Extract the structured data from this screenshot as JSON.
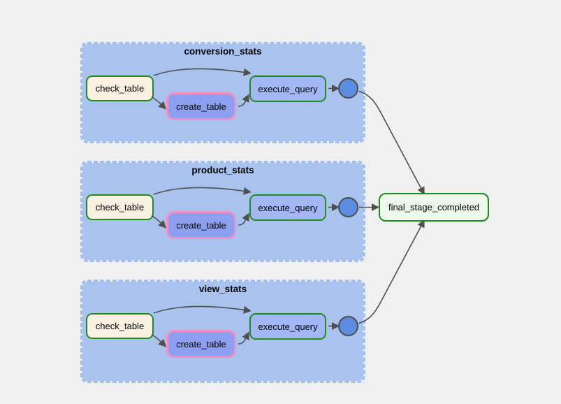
{
  "page": {
    "background": "#f0f0f0"
  },
  "colors": {
    "group_fill": "#a9c3ee",
    "group_border": "#a3beec",
    "green_border": "#1f8b1f",
    "check_table_fill": "#fbf1e3",
    "create_table_fill": "#8c9ff0",
    "create_table_border": "#f48fc3",
    "execute_query_fill": "#a2b7f3",
    "join_circle_fill": "#5b8ce0",
    "join_circle_border": "#4d4d4d",
    "final_task_fill": "#edf9ea",
    "edge_color": "#4f4f4f"
  },
  "groups": [
    {
      "title": "conversion_stats",
      "tasks": [
        {
          "label": "check_table"
        },
        {
          "label": "create_table"
        },
        {
          "label": "execute_query"
        }
      ]
    },
    {
      "title": "product_stats",
      "tasks": [
        {
          "label": "check_table"
        },
        {
          "label": "create_table"
        },
        {
          "label": "execute_query"
        }
      ]
    },
    {
      "title": "view_stats",
      "tasks": [
        {
          "label": "check_table"
        },
        {
          "label": "create_table"
        },
        {
          "label": "execute_query"
        }
      ]
    }
  ],
  "final_task": {
    "label": "final_stage_completed"
  }
}
